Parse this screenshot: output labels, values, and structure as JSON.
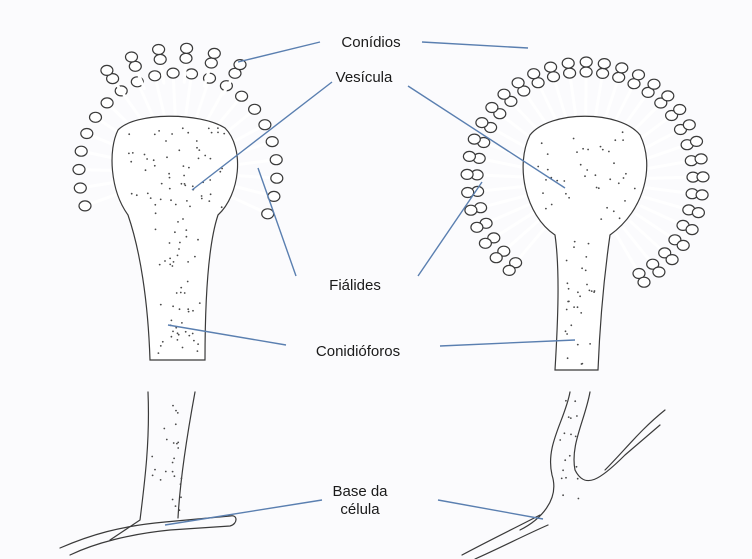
{
  "labels": {
    "conidios": "Conídios",
    "vesicula": "Vesícula",
    "fialides": "Fiálides",
    "conidioforos": "Conidióforos",
    "base_line1": "Base da",
    "base_line2": "célula"
  },
  "colors": {
    "leader_line": "#5a7fb0",
    "ink": "#3a3a3a",
    "background": "#fbfbfd"
  }
}
